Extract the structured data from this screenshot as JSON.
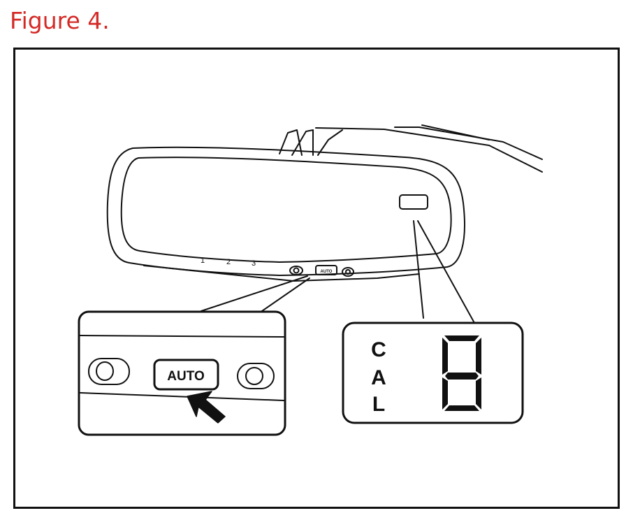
{
  "figure_title": "Figure 4.",
  "mirror_labels": {
    "l1": "1",
    "l2": "2",
    "l3": "3",
    "mini_auto": "AUTO"
  },
  "auto_button": {
    "label": "AUTO"
  },
  "display": {
    "c": "C",
    "a": "A",
    "l": "L",
    "digit_icon": "seven-segment-eight-icon"
  },
  "colors": {
    "title": "#d42a26",
    "line": "#111111"
  }
}
